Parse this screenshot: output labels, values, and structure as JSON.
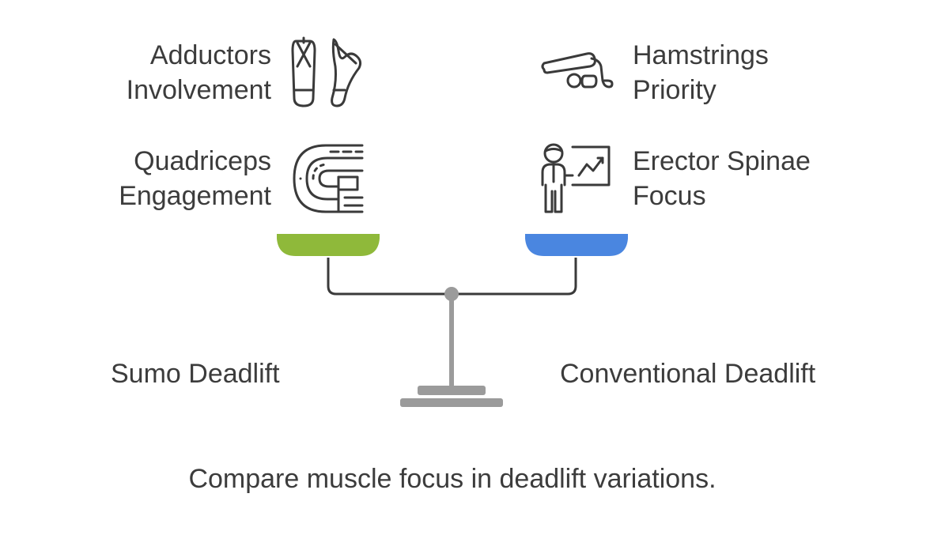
{
  "factors": {
    "left_top": {
      "line1": "Adductors",
      "line2": "Involvement",
      "icon": "ballet-shoes-icon"
    },
    "left_bottom": {
      "line1": "Quadriceps",
      "line2": "Engagement",
      "icon": "race-track-icon"
    },
    "right_top": {
      "line1": "Hamstrings",
      "line2": "Priority",
      "icon": "leg-press-icon"
    },
    "right_bottom": {
      "line1": "Erector Spinae",
      "line2": "Focus",
      "icon": "presenter-chart-icon"
    }
  },
  "variants": {
    "left": "Sumo Deadlift",
    "right": "Conventional Deadlift"
  },
  "colors": {
    "left_pan": "#8fb93a",
    "right_pan": "#4a86e0",
    "scale": "#9b9b9b",
    "arm": "#3a3a3a"
  },
  "caption": "Compare muscle focus in deadlift variations."
}
